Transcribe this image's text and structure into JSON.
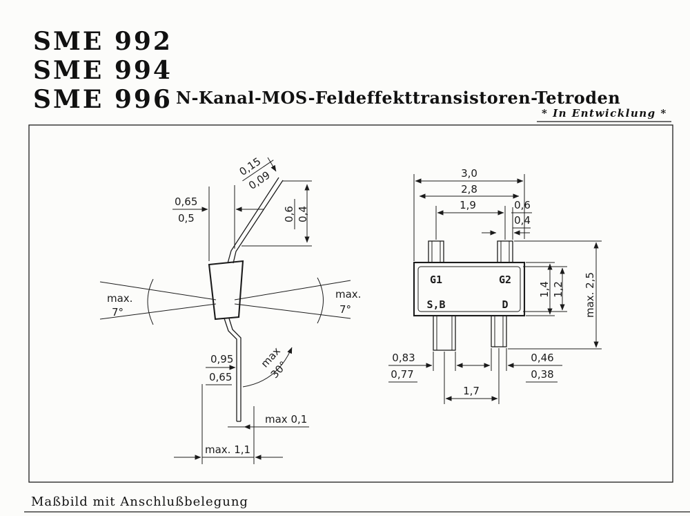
{
  "page": {
    "models": [
      {
        "label": "SME 992"
      },
      {
        "label": "SME 994"
      },
      {
        "label": "SME 996"
      }
    ],
    "title": "N-Kanal-MOS-Feldeffekttransistoren-Tetroden",
    "status_note": "* In Entwicklung *",
    "caption": "Maßbild mit Anschlußbelegung"
  },
  "side_view": {
    "lead_thickness_max": "0,15",
    "lead_thickness_min": "0,09",
    "lead_width_max": "0,65",
    "lead_width_min": "0,5",
    "lead_length_max": "0,6",
    "lead_length_min": "0,4",
    "tilt_left_prefix": "max.",
    "tilt_left_angle": "7°",
    "tilt_right_prefix": "max.",
    "tilt_right_angle": "7°",
    "foot_length_max": "0,95",
    "foot_length_min": "0,65",
    "bend_prefix": "max",
    "bend_angle": "30°",
    "standoff": "max 0,1",
    "total_height": "max. 1,1"
  },
  "top_view": {
    "body_width_outer": "3,0",
    "body_width_inner": "2,8",
    "top_pin_pitch": "1,9",
    "top_pin_width_max": "0,6",
    "top_pin_width_min": "0,4",
    "pins": {
      "g1": "G1",
      "g2": "G2",
      "sb": "S,B",
      "d": "D"
    },
    "body_height_max": "1,4",
    "body_height_min": "1,2",
    "overall_height": "max. 2,5",
    "sb_pin_width_max": "0,83",
    "sb_pin_width_min": "0,77",
    "d_pin_width_max": "0,46",
    "d_pin_width_min": "0,38",
    "bottom_pin_pitch": "1,7"
  }
}
